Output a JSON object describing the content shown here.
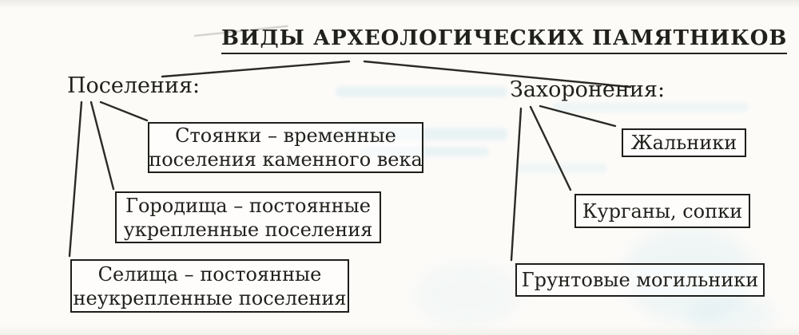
{
  "title": "ВИДЫ АРХЕОЛОГИЧЕСКИХ ПАМЯТНИКОВ",
  "colors": {
    "ink": "#21211c",
    "paper": "#fcfbf8",
    "bleed_through": "#aed8e8"
  },
  "branches": {
    "settlements": {
      "label": "Поселения:",
      "items": [
        {
          "line1": "Стоянки – временные",
          "line2": "поселения каменного века"
        },
        {
          "line1": "Городища – постоянные",
          "line2": "укрепленные поселения"
        },
        {
          "line1": "Селища – постоянные",
          "line2": "неукрепленные поселения"
        }
      ]
    },
    "burials": {
      "label": "Захоронения:",
      "items": [
        {
          "text": "Жальники"
        },
        {
          "text": "Курганы, сопки"
        },
        {
          "text": "Грунтовые могильники"
        }
      ]
    }
  }
}
